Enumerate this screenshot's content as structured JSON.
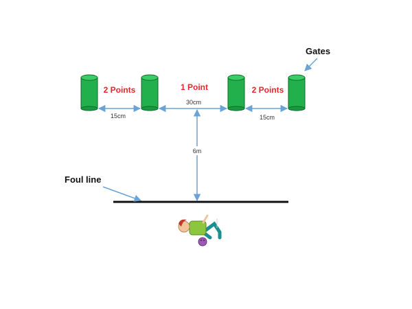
{
  "labels": {
    "gates": "Gates",
    "foul_line": "Foul line",
    "zone_left": "2 Points",
    "zone_center": "1 Point",
    "zone_right": "2 Points",
    "gap_left": "15cm",
    "gap_center": "30cm",
    "gap_right": "15cm",
    "distance": "6m"
  },
  "colors": {
    "gate_fill": "#21b04b",
    "gate_stroke": "#0f6b2a",
    "points_text": "#e8262a",
    "arrow": "#6aa3d6",
    "foul_line": "#111111"
  },
  "figures": {
    "player": "bowler-player-figure"
  }
}
